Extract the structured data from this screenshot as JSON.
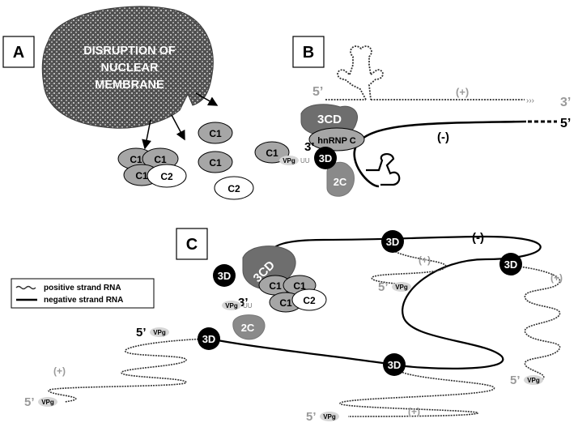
{
  "panels": {
    "a": {
      "label": "A",
      "nucleus_text": [
        "DISRUPTION OF",
        "NUCLEAR",
        "MEMBRANE"
      ],
      "proteins": [
        "C1",
        "C1",
        "C1",
        "C2",
        "C1",
        "C1",
        "C1",
        "C2"
      ]
    },
    "b": {
      "label": "B",
      "pos_strand": {
        "five": "5’",
        "sign": "(+)",
        "three": "3’"
      },
      "neg_strand": {
        "sign": "(-)",
        "five": "5’"
      },
      "three_prime": "3’",
      "proteins": {
        "p3cd": "3CD",
        "hnrnp": "hnRNP C",
        "p3d": "3D",
        "p2c": "2C"
      },
      "vpg": "VPg",
      "uu": "UU"
    },
    "c": {
      "label": "C",
      "legend": {
        "positive": "positive strand RNA",
        "negative": "negative strand RNA"
      },
      "neg_sign": "(-)",
      "pos_signs": [
        "(+)",
        "(+)",
        "(+)",
        "(+)"
      ],
      "five_primes": [
        "5’",
        "5’",
        "5’",
        "5’",
        "5’"
      ],
      "vpgs": [
        "VPg",
        "VPg",
        "VPg",
        "VPg",
        "VPg",
        "VPg"
      ],
      "three_prime": "3’",
      "uu": "UU",
      "p3d": [
        "3D",
        "3D",
        "3D",
        "3D",
        "3D"
      ],
      "p3cd": "3CD",
      "p2c": "2C",
      "complex": [
        "C1",
        "C1",
        "C1",
        "C2"
      ]
    }
  },
  "colors": {
    "stipple_dark": "#4a4a4a",
    "protein_gray": "#a6a6a6",
    "dark_gray": "#6e6e6e",
    "mid_gray": "#8a8a8a",
    "label_gray": "#9a9a9a",
    "vpg_fill": "#d6d6d6"
  }
}
